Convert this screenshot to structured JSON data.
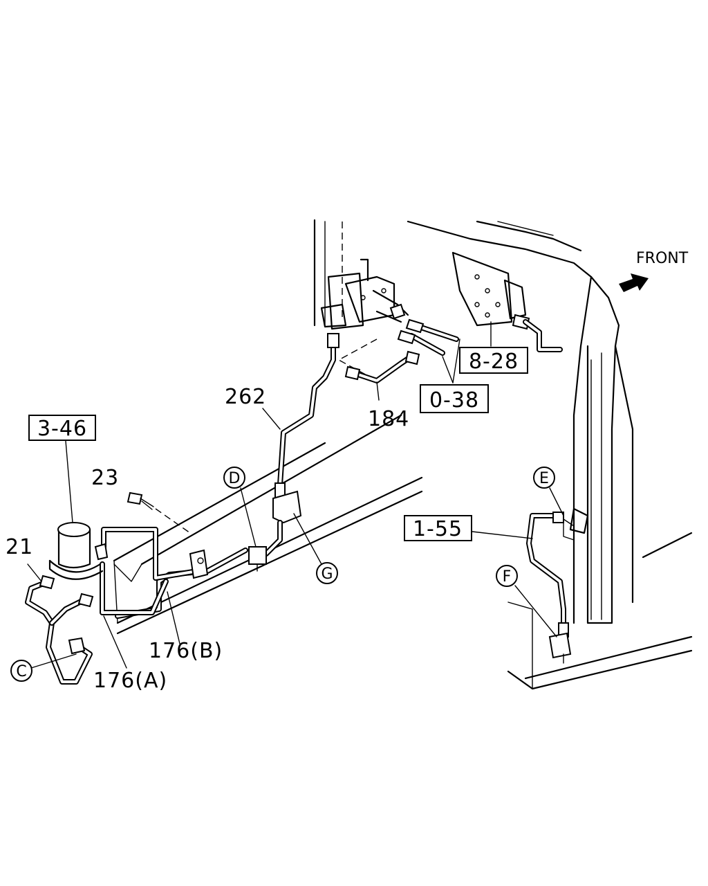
{
  "direction": {
    "text": "FRONT"
  },
  "refs": {
    "r346": "3-46",
    "r828": "8-28",
    "r038": "0-38",
    "r155": "1-55"
  },
  "parts": {
    "p262": "262",
    "p184": "184",
    "p23": "23",
    "p21": "21",
    "p176b": "176(B)",
    "p176a": "176(A)"
  },
  "callouts": {
    "c": "C",
    "d": "D",
    "e": "E",
    "f": "F",
    "g": "G"
  }
}
